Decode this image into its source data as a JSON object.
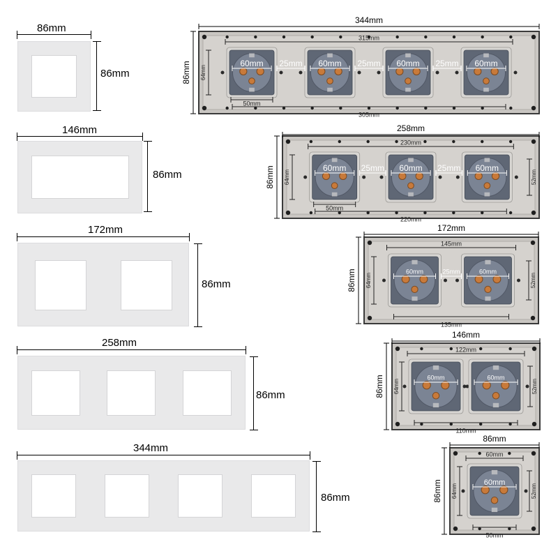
{
  "frames": [
    {
      "width_label": "86mm",
      "height_label": "86mm",
      "openings": 1,
      "style": "single-wide-border"
    },
    {
      "width_label": "146mm",
      "height_label": "86mm",
      "openings": 1,
      "style": "wide"
    },
    {
      "width_label": "172mm",
      "height_label": "86mm",
      "openings": 2,
      "style": "standard"
    },
    {
      "width_label": "258mm",
      "height_label": "86mm",
      "openings": 3,
      "style": "standard"
    },
    {
      "width_label": "344mm",
      "height_label": "86mm",
      "openings": 4,
      "style": "standard"
    }
  ],
  "panels": [
    {
      "id": "quad",
      "sockets": 4,
      "overall_width": "344mm",
      "inner_width": "315mm",
      "bottom_width": "305mm",
      "height": "86mm",
      "inner_height": "64mm",
      "socket": "60mm",
      "gap": "25mm",
      "base": "50mm",
      "side": ""
    },
    {
      "id": "triple",
      "sockets": 3,
      "overall_width": "258mm",
      "inner_width": "230mm",
      "bottom_width": "220mm",
      "height": "86mm",
      "inner_height": "64mm",
      "socket": "60mm",
      "gap": "25mm",
      "base": "50mm",
      "side": "52mm"
    },
    {
      "id": "double",
      "sockets": 2,
      "overall_width": "172mm",
      "inner_width": "145mm",
      "bottom_width": "135mm",
      "height": "86mm",
      "inner_height": "64mm",
      "socket": "60mm",
      "gap": "25mm",
      "base": "",
      "side": "52mm"
    },
    {
      "id": "double-narrow",
      "sockets": 2,
      "overall_width": "146mm",
      "inner_width": "122mm",
      "bottom_width": "110mm",
      "height": "86mm",
      "inner_height": "64mm",
      "socket": "60mm",
      "gap": "",
      "base": "",
      "side": "52mm"
    },
    {
      "id": "single",
      "sockets": 1,
      "overall_width": "86mm",
      "inner_width": "60mm",
      "bottom_width": "50mm",
      "height": "86mm",
      "inner_height": "64mm",
      "socket": "60mm",
      "gap": "",
      "base": "",
      "side": "52mm"
    }
  ],
  "colors": {
    "frame_fill": "#e9e9ea",
    "panel_plate": "#c9c6c2",
    "panel_border": "#3a3a3a",
    "socket_face": "#7b8494",
    "socket_contact": "#c87a3a",
    "measure_white": "#ffffff",
    "measure_dark": "#222222"
  }
}
